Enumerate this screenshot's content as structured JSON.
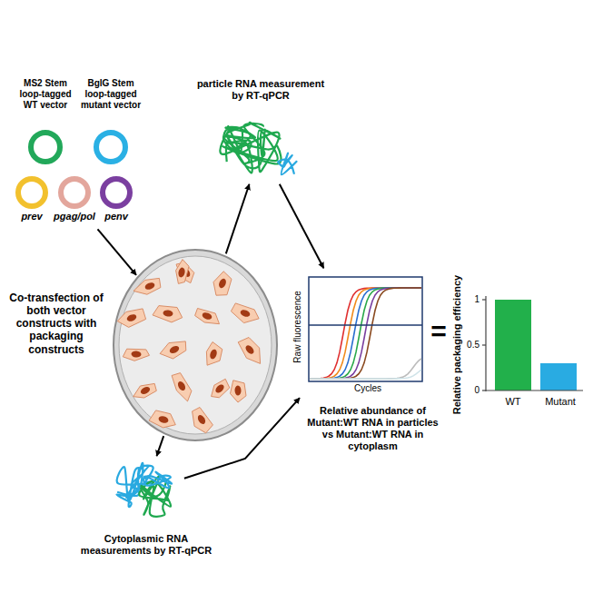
{
  "diagram": {
    "nodes": [
      {
        "text": [
          "MS2 Stem loop-tagged WT vector"
        ]
      },
      {
        "text": [
          "BglG Stem loop-tagged mutant vector"
        ]
      },
      {
        "text": [
          "prev"
        ]
      },
      {
        "text": [
          "pgag/pol"
        ]
      },
      {
        "text": [
          "penv"
        ]
      },
      {
        "text": [
          "Co-transfection of both vector constructs with packaging constructs"
        ]
      },
      {
        "text": [
          "particle RNA measurement by RT-qPCR"
        ]
      },
      {
        "text": [
          "Cytoplasmic RNA measurements by RT-qPCR"
        ]
      },
      {
        "text": [
          "Raw fluorescence",
          "Cycles",
          "Relative abundance of Mutant:WT RNA in particles vs Mutant:WT RNA in cytoplasm"
        ]
      },
      {
        "text": [
          "Relative packaging efficiency",
          "1",
          "0.5",
          "0",
          "WT",
          "Mutant"
        ]
      }
    ],
    "edges": [
      {
        "from": 3,
        "to": 5,
        "arrow": "to"
      },
      {
        "from": 5,
        "to": 6,
        "arrow": "to"
      },
      {
        "from": 5,
        "to": 7,
        "arrow": "to"
      },
      {
        "from": 6,
        "to": 8,
        "arrow": "to"
      },
      {
        "from": 7,
        "to": 8,
        "arrow": "to"
      }
    ],
    "labels": [
      "="
    ]
  }
}
